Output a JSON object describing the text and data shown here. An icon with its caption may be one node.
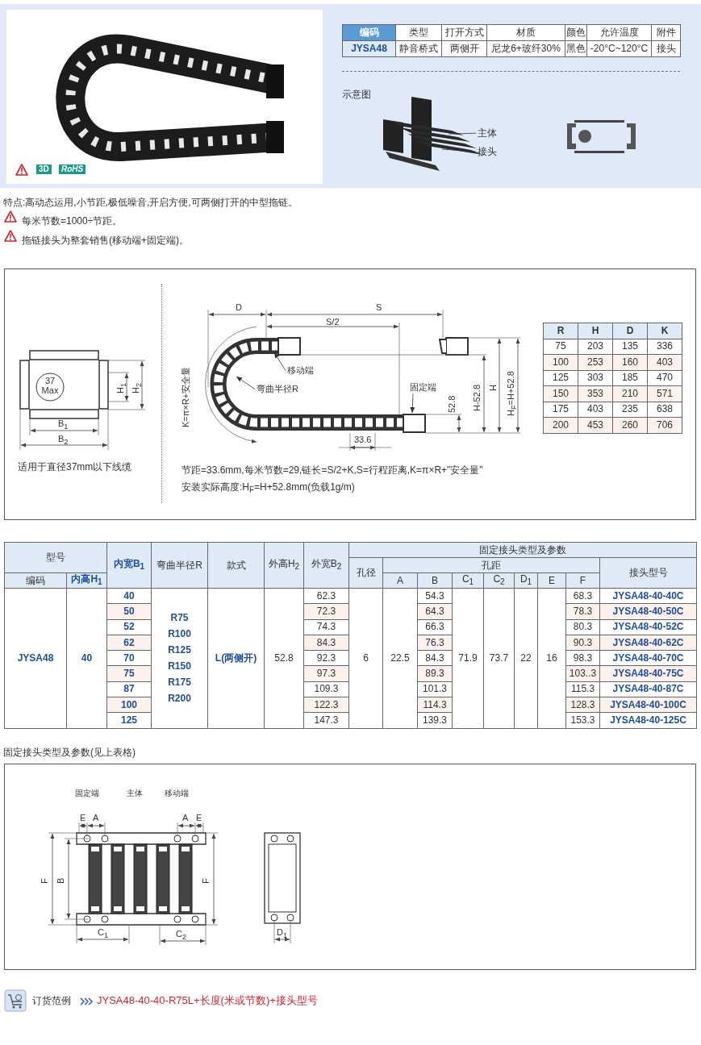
{
  "diagram": {
    "nodes": [
      {
        "text": [
          "主体"
        ]
      },
      {
        "text": [
          "接头"
        ]
      },
      {
        "text": [
          "移动端"
        ]
      },
      {
        "text": [
          "弯曲半径R"
        ]
      },
      {
        "text": [
          "固定端"
        ]
      }
    ],
    "edges": [
      {
        "from": 0,
        "to": null,
        "arrow": "none"
      },
      {
        "from": 1,
        "to": null,
        "arrow": "none"
      },
      {
        "from": 2,
        "to": null,
        "arrow": "to"
      },
      {
        "from": 3,
        "to": null,
        "arrow": "to"
      },
      {
        "from": 4,
        "to": null,
        "arrow": "to"
      }
    ],
    "labels": [
      "编码",
      "类型",
      "打开方式",
      "材质",
      "颜色",
      "允许温度",
      "附件",
      "JYSA48",
      "静音桥式",
      "两侧开",
      "尼龙6+玻纤30%",
      "黑色",
      "-20°C~120°C",
      "接头",
      "3D",
      "RoHS",
      "示意图",
      "特点:高动态运用,小节距,极低噪音,开启方便,可两侧打开的中型拖链。",
      "每米节数=1000÷节距。",
      "拖链接头为整套销售(移动端+固定端)。",
      "37 Max",
      "H$_{1}$",
      "H$_{2}$",
      "B$_{1}$",
      "B$_{2}$",
      "适用于直径37mm以下线缆",
      "D",
      "S",
      "S/2",
      "K=π×R+安全量",
      "52.8",
      "H-52.8",
      "H",
      "H$_{F}$=H+52.8",
      "33.6",
      "节距=33.6mm,每米节数=29,链长=S/2+K,S=行程距离,K=π×R+\"安全量\"",
      "安装实际高度:H$_{F}$=H+52.8mm(负载1g/m)",
      "R",
      "H",
      "D",
      "K",
      "75",
      "203",
      "135",
      "336",
      "100",
      "253",
      "160",
      "403",
      "125",
      "303",
      "185",
      "470",
      "150",
      "353",
      "210",
      "571",
      "175",
      "403",
      "235",
      "638",
      "200",
      "453",
      "260",
      "706",
      "型号",
      "内宽B$_{1}$",
      "弯曲半径R",
      "款式",
      "外高H$_{2}$",
      "外宽B$_{2}$",
      "固定接头类型及参数",
      "孔径",
      "孔距",
      "接头型号",
      "编码",
      "内高H$_{1}$",
      "A",
      "B",
      "C$_{1}$",
      "C$_{2}$",
      "D$_{1}$",
      "E",
      "F",
      "JYSA48",
      "40",
      "40",
      "R75 R100 R125 R150 R175 R200",
      "L(两侧开)",
      "52.8",
      "62.3",
      "6",
      "22.5",
      "54.3",
      "71.9",
      "73.7",
      "22",
      "16",
      "68.3",
      "JYSA48-40-40C",
      "50",
      "72.3",
      "64.3",
      "78.3",
      "JYSA48-40-50C",
      "52",
      "74.3",
      "66.3",
      "80.3",
      "JYSA48-40-52C",
      "62",
      "84.3",
      "76.3",
      "90.3",
      "JYSA48-40-62C",
      "70",
      "92.3",
      "84.3",
      "98.3",
      "JYSA48-40-70C",
      "75",
      "97.3",
      "89.3",
      "103..3",
      "JYSA48-40-75C",
      "87",
      "109.3",
      "101.3",
      "115.3",
      "JYSA48-40-87C",
      "100",
      "122.3",
      "114.3",
      "128.3",
      "JYSA48-40-100C",
      "125",
      "147.3",
      "139.3",
      "153.3",
      "JYSA48-40-125C",
      "固定接头类型及参数(见上表格)",
      "固定端",
      "主体",
      "移动端",
      "E",
      "A",
      "A",
      "E",
      "F",
      "B",
      "F",
      "C$_{1}$",
      "C$_{2}$",
      "D$_{1}$",
      "订货范例",
      "JYSA48-40-40-R75L+长度(米或节数)+接头型号"
    ]
  }
}
